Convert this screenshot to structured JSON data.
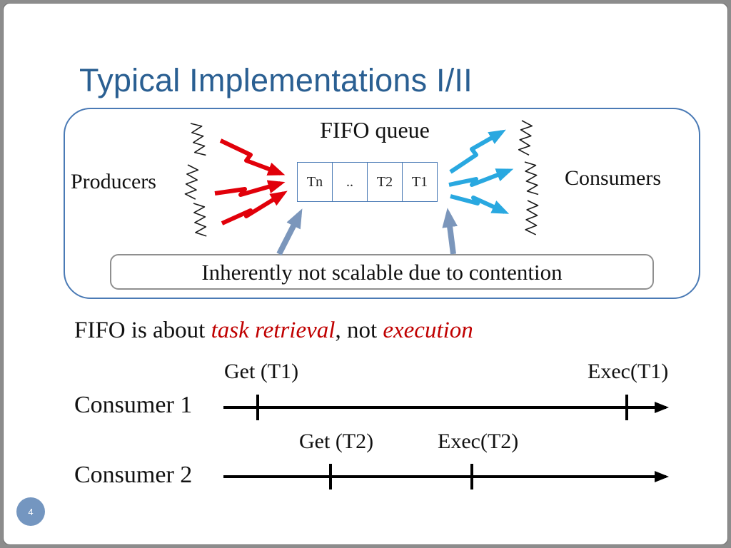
{
  "slide": {
    "title": "Typical Implementations I/II",
    "page_number": "4"
  },
  "diagram": {
    "fifo_queue_label": "FIFO queue",
    "producers_label": "Producers",
    "consumers_label": "Consumers",
    "queue_cells": [
      "Tn",
      "..",
      "T2",
      "T1"
    ],
    "callout_text": "Inherently not scalable due to contention"
  },
  "statement": {
    "part1": "FIFO is about ",
    "emphasis1": "task retrieval",
    "part2": ", not ",
    "emphasis2": "execution"
  },
  "timelines": [
    {
      "label": "Consumer 1",
      "events": [
        {
          "label": "Get (T1)"
        },
        {
          "label": "Exec(T1)"
        }
      ]
    },
    {
      "label": "Consumer 2",
      "events": [
        {
          "label": "Get (T2)"
        },
        {
          "label": "Exec(T2)"
        }
      ]
    }
  ],
  "colors": {
    "title": "#2a5f92",
    "box_border": "#4a7ab5",
    "producer_arrow": "#e1000a",
    "consumer_arrow": "#29a8e0",
    "callout_arrow": "#7b96bb",
    "emphasis_text": "#c00000",
    "timeline": "#000000",
    "page_badge": "#7496c0"
  }
}
